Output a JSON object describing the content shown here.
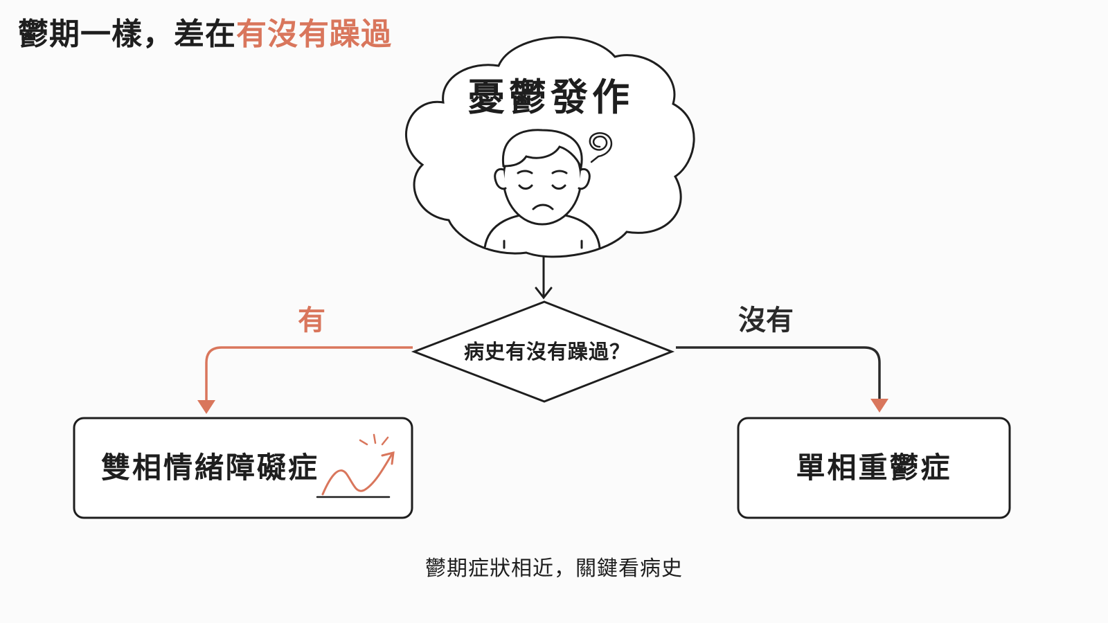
{
  "title": {
    "main": "鬱期一樣，差在",
    "accent": "有沒有躁過"
  },
  "cloud": {
    "label": "憂鬱發作"
  },
  "decision": {
    "question": "病史有沒有躁過？"
  },
  "branches": {
    "yes": "有",
    "no": "沒有"
  },
  "results": {
    "left": "雙相情緒障礙症",
    "right": "單相重鬱症"
  },
  "caption": "鬱期症狀相近，關鍵看病史",
  "colors": {
    "accent": "#d9765c",
    "ink": "#1e1e1e",
    "background": "#fbfbfb"
  },
  "icons": [
    "sad-person-icon",
    "dizzy-swirl-icon",
    "rising-wave-arrow-icon"
  ]
}
